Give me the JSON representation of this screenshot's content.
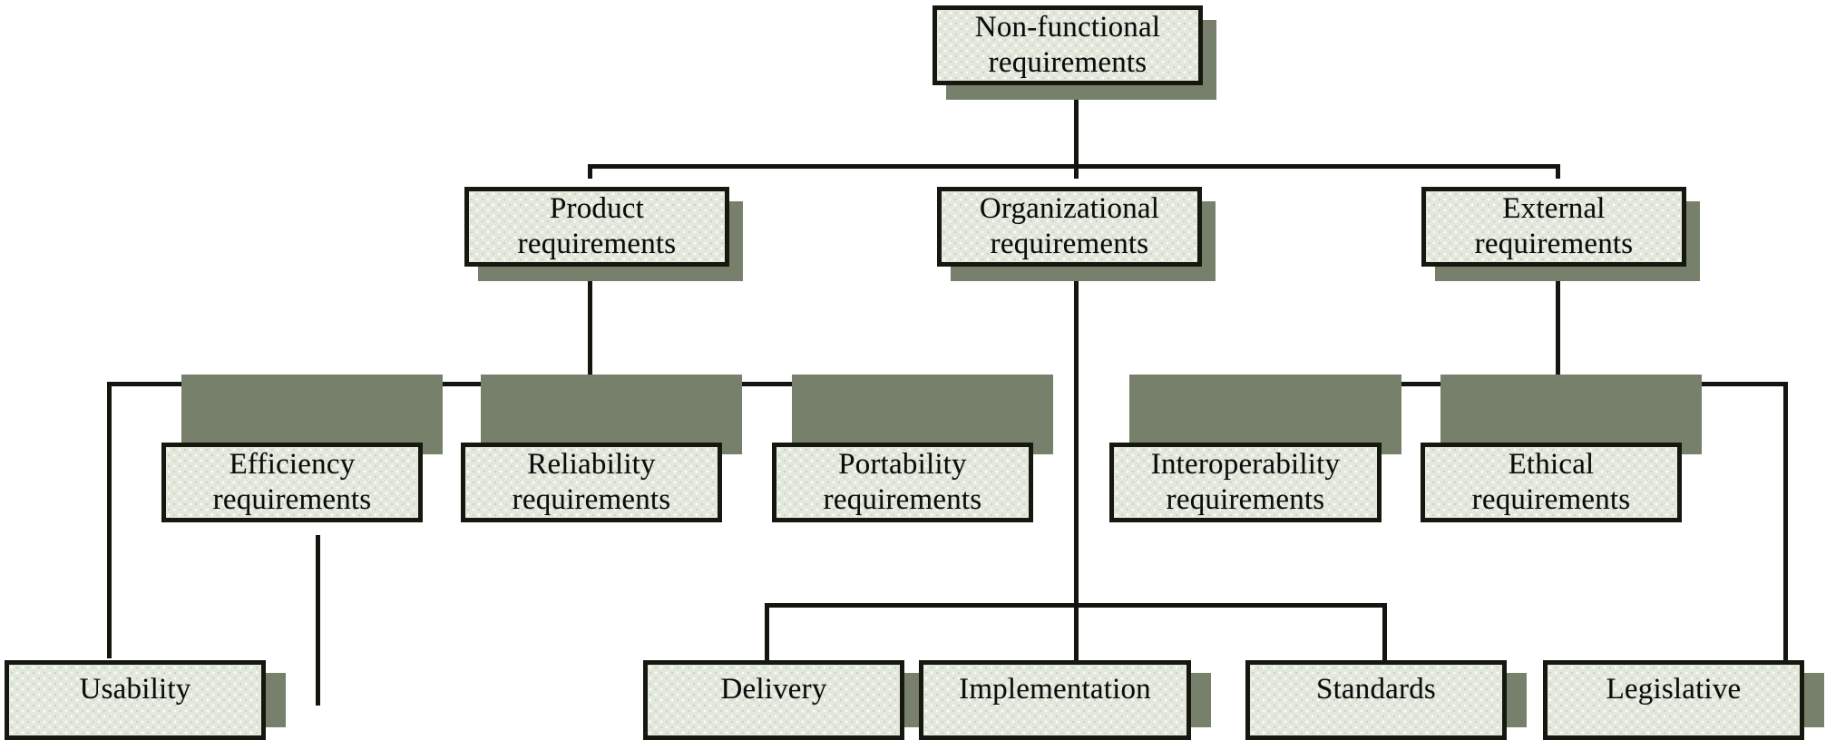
{
  "diagram": {
    "title": "Non-functional requirements",
    "type": "tree",
    "colors": {
      "box_fill": "#e3e8dc",
      "box_border": "#16170f",
      "box_shadow": "#76806b",
      "line": "#14150f",
      "text": "#0b0b0b",
      "background": "#ffffff"
    },
    "nodes": {
      "root": {
        "label": "Non-functional\nrequirements",
        "line1": "Non-functional",
        "line2": "requirements"
      },
      "product": {
        "label": "Product requirements",
        "line1": "Product",
        "line2": "requirements"
      },
      "organizational": {
        "label": "Organizational requirements",
        "line1": "Organizational",
        "line2": "requirements"
      },
      "external": {
        "label": "External requirements",
        "line1": "External",
        "line2": "requirements"
      },
      "efficiency": {
        "label": "Efficiency requirements",
        "line1": "Efficiency",
        "line2": "requirements"
      },
      "reliability": {
        "label": "Reliability requirements",
        "line1": "Reliability",
        "line2": "requirements"
      },
      "portability": {
        "label": "Portability requirements",
        "line1": "Portability",
        "line2": "requirements"
      },
      "interoperability": {
        "label": "Interoperability requirements",
        "line1": "Interoperability",
        "line2": "requirements"
      },
      "ethical": {
        "label": "Ethical requirements",
        "line1": "Ethical",
        "line2": "requirements"
      },
      "usability": {
        "label": "Usability",
        "line1": "Usability",
        "line2": ""
      },
      "delivery": {
        "label": "Delivery",
        "line1": "Delivery",
        "line2": ""
      },
      "implementation": {
        "label": "Implementation",
        "line1": "Implementation",
        "line2": ""
      },
      "standards": {
        "label": "Standards",
        "line1": "Standards",
        "line2": ""
      },
      "legislative": {
        "label": "Legislative",
        "line1": "Legislative",
        "line2": ""
      }
    },
    "edges": [
      {
        "from": "root",
        "to": "product"
      },
      {
        "from": "root",
        "to": "organizational"
      },
      {
        "from": "root",
        "to": "external"
      },
      {
        "from": "product",
        "to": "usability"
      },
      {
        "from": "product",
        "to": "efficiency"
      },
      {
        "from": "product",
        "to": "reliability"
      },
      {
        "from": "product",
        "to": "portability"
      },
      {
        "from": "organizational",
        "to": "delivery"
      },
      {
        "from": "organizational",
        "to": "implementation"
      },
      {
        "from": "organizational",
        "to": "standards"
      },
      {
        "from": "external",
        "to": "interoperability"
      },
      {
        "from": "external",
        "to": "ethical"
      },
      {
        "from": "external",
        "to": "legislative"
      }
    ]
  }
}
